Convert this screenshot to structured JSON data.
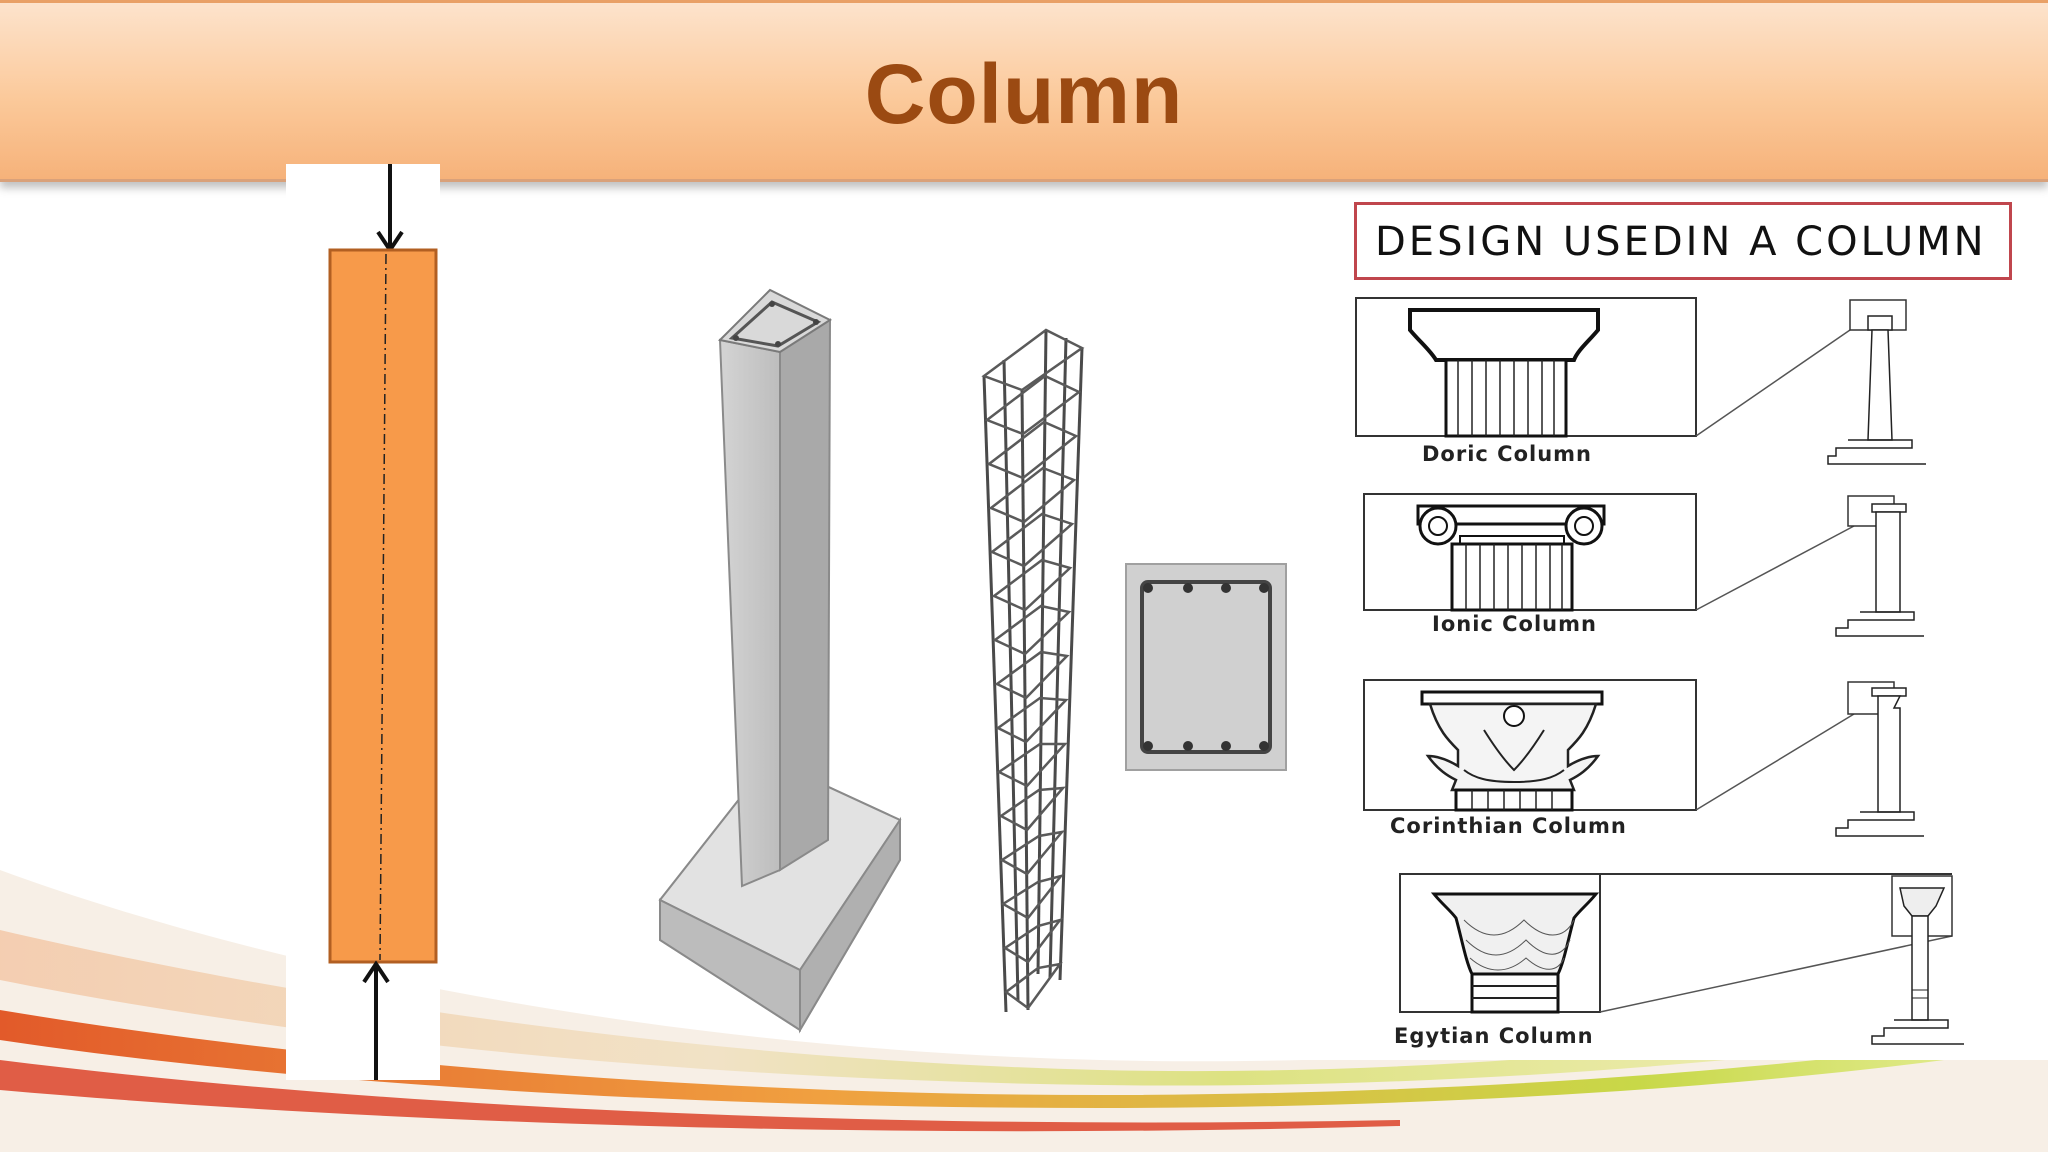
{
  "slide": {
    "title": "Column",
    "design_heading": "DESIGN  USEDIN A COLUMN",
    "orders": [
      {
        "caption": "Doric Column"
      },
      {
        "caption": "Ionic Column"
      },
      {
        "caption": "Corinthian Column"
      },
      {
        "caption": "Egytian Column"
      }
    ],
    "colors": {
      "title_text": "#9b4a12",
      "column_fill": "#f79a4a",
      "heading_border": "#c0464d"
    }
  }
}
